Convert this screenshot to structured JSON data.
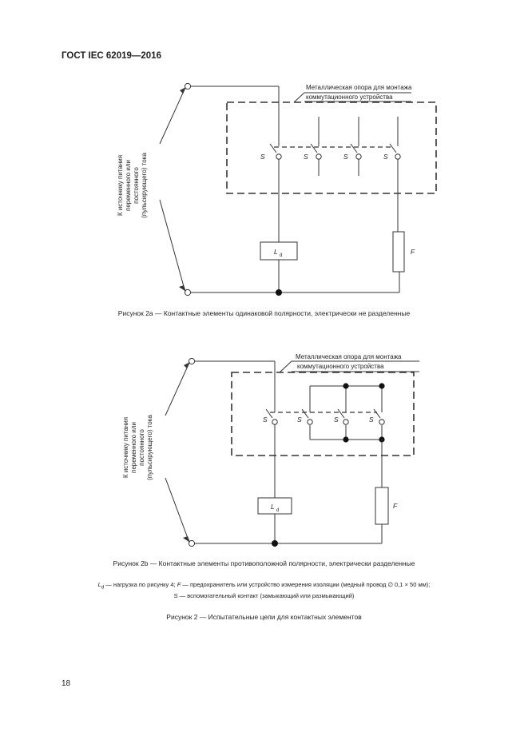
{
  "header": {
    "doc_title": "ГОСТ IEC 62019—2016"
  },
  "fig_a": {
    "support_line1": "Металлическая опора для монтажа",
    "support_line2": "коммутационного устройства",
    "source_label": [
      "К источнику питания",
      "переменного или",
      "постоянного",
      "(пульсирующего) тока"
    ],
    "switch_label": "S",
    "load_label": "L",
    "load_sub": "d",
    "fuse_label": "F",
    "caption": "Рисунок 2a — Контактные элементы одинаковой полярности, электрически не разделенные"
  },
  "fig_b": {
    "support_line1": "Металлическая опора для монтажа",
    "support_line2": "коммутационного устройства",
    "source_label": [
      "К источнику питания",
      "переменного или",
      "постоянного",
      "(пульсирующего) тока"
    ],
    "switch_label": "S",
    "load_label": "L",
    "load_sub": "d",
    "fuse_label": "F",
    "caption": "Рисунок 2b — Контактные элементы противоположной полярности, электрически разделенные"
  },
  "legend": {
    "ld_sym": "L",
    "ld_sub": "d",
    "line1_rest": " — нагрузка по рисунку 4; ",
    "f_sym": "F",
    "line1_tail": " — предохранитель или устройство измерения изоляции (медный провод ∅ 0,1 × 50 мм);",
    "line2": "S — вспомогательный контакт (замыкающий или размыкающий)"
  },
  "figure_caption": "Рисунок 2 — Испытательные цепи для контактных элементов",
  "page_number": "18"
}
